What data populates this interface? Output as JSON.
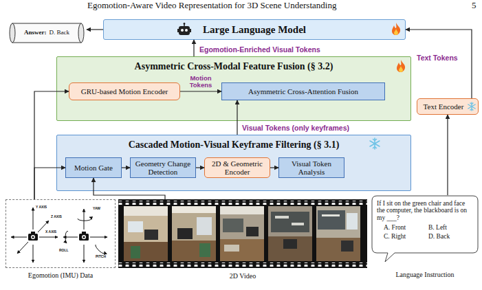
{
  "diagram": {
    "nodes": [
      {
        "text": [
          "Large Language Model"
        ]
      },
      {
        "text": [
          "Answer:",
          "D. Back"
        ]
      },
      {
        "text": [
          "Asymmetric Cross-Modal Feature Fusion (§ 3.2)"
        ]
      },
      {
        "text": [
          "GRU-based Motion Encoder"
        ],
        "in": 2
      },
      {
        "text": [
          "Asymmetric Cross-Attention Fusion"
        ],
        "in": 2
      },
      {
        "text": [
          "Text Encoder"
        ]
      },
      {
        "text": [
          "Cascaded Motion-Visual Keyframe Filtering (§ 3.1)"
        ]
      },
      {
        "text": [
          "Motion Gate"
        ],
        "in": 6
      },
      {
        "text": [
          "Geometry Change Detection"
        ],
        "in": 6
      },
      {
        "text": [
          "2D & Geometric Encoder"
        ],
        "in": 6
      },
      {
        "text": [
          "Visual Token Analysis"
        ],
        "in": 6
      },
      {
        "text": [
          "Egomotion (IMU) Data"
        ]
      },
      {
        "text": [
          "2D Video"
        ]
      },
      {
        "text": [
          "If I sit on the green chair and face the computer, the blackboard is on my ___?",
          "A. Front",
          "B. Left",
          "C. Right",
          "D. Back",
          "Language Instruction"
        ]
      }
    ],
    "edges": [
      {
        "from": 0,
        "to": 1,
        "arrow": "to"
      },
      {
        "from": 2,
        "to": 0,
        "arrow": "to",
        "label": "Egomotion-Enriched Visual Tokens"
      },
      {
        "from": 5,
        "to": 0,
        "arrow": "to",
        "label": "Text Tokens"
      },
      {
        "from": 3,
        "to": 4,
        "arrow": "to",
        "label": "Motion Tokens"
      },
      {
        "from": 6,
        "to": 4,
        "arrow": "to",
        "label": "Visual Tokens (only keyframes)"
      },
      {
        "from": 7,
        "to": 8,
        "arrow": "to"
      },
      {
        "from": 8,
        "to": 9,
        "arrow": "to"
      },
      {
        "from": 9,
        "to": 10,
        "arrow": "to"
      },
      {
        "from": 11,
        "to": 7,
        "arrow": "to"
      },
      {
        "from": 11,
        "to": 3,
        "arrow": "to"
      },
      {
        "from": 12,
        "to": 7,
        "arrow": "to"
      },
      {
        "from": 13,
        "to": 5,
        "arrow": "to"
      }
    ],
    "labels": [
      "Egomotion-Aware Video Representation for 3D Scene Understanding",
      "5",
      "Y AXIS",
      "Z AXIS",
      "X AXIS",
      "YAW",
      "ROLL",
      "PITCH"
    ]
  }
}
